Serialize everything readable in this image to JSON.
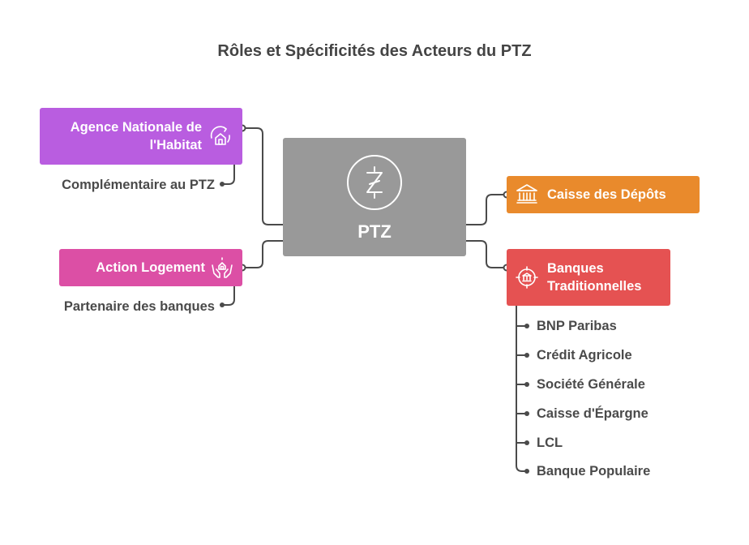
{
  "title": "Rôles et Spécificités des Acteurs du PTZ",
  "center": {
    "label": "PTZ",
    "icon": "zloty-icon"
  },
  "left_nodes": [
    {
      "label": "Agence Nationale de l'Habitat",
      "icon": "house-refresh-icon",
      "color": "#b95de0",
      "note": "Complémentaire au PTZ"
    },
    {
      "label": "Action Logement",
      "icon": "hands-house-icon",
      "color": "#dc4fa5",
      "note": "Partenaire des banques"
    }
  ],
  "right_nodes": [
    {
      "label": "Caisse des Dépôts",
      "icon": "bank-building-icon",
      "color": "#e98a2c"
    },
    {
      "label": "Banques Traditionnelles",
      "icon": "bank-target-icon",
      "color": "#e55252",
      "banks": [
        "BNP Paribas",
        "Crédit Agricole",
        "Société Générale",
        "Caisse d'Épargne",
        "LCL",
        "Banque Populaire"
      ]
    }
  ],
  "colors": {
    "connector": "#4a4a4a",
    "center": "#999999"
  }
}
